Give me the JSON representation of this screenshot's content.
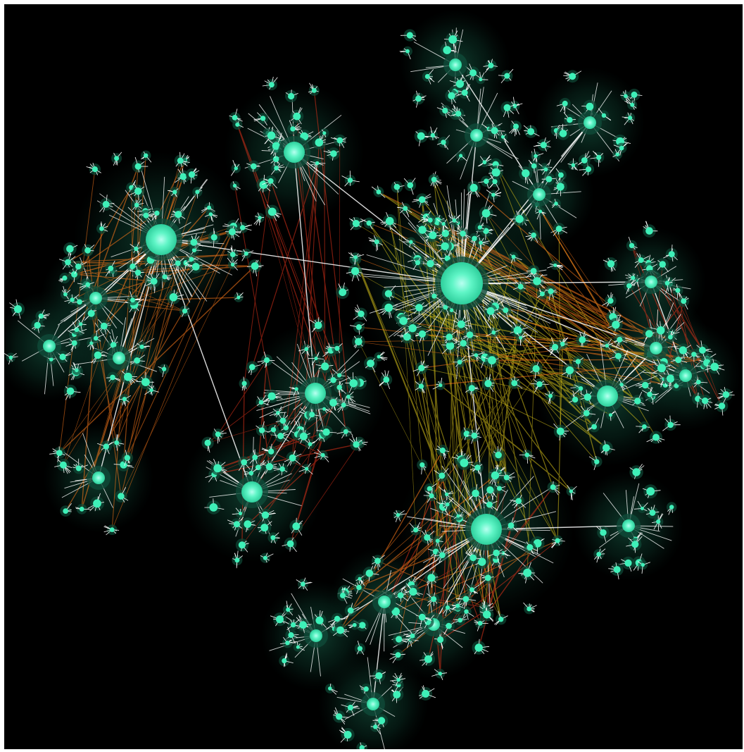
{
  "diagram": {
    "type": "network-graph",
    "background": "#000000",
    "frame_border": "#ffffff",
    "colors": {
      "node": "#3ef0b8",
      "node_core": "#7fffd6",
      "node_glow": "#0f4a38",
      "spoke": "#ffffff",
      "edge_hub": "#ffffff",
      "edge_dense_red": "#e0321a",
      "edge_dense_orange": "#ff7a1a",
      "edge_dense_yellow": "#d8c21a"
    },
    "hubs": [
      {
        "id": "h1",
        "size": "xl",
        "leaves": 90
      },
      {
        "id": "h2",
        "size": "l",
        "leaves": 55
      },
      {
        "id": "h3",
        "size": "l",
        "leaves": 48
      },
      {
        "id": "h4",
        "size": "m",
        "leaves": 40
      },
      {
        "id": "h5",
        "size": "m",
        "leaves": 30
      },
      {
        "id": "h6",
        "size": "m",
        "leaves": 26
      },
      {
        "id": "h7",
        "size": "s",
        "leaves": 18
      },
      {
        "id": "h8",
        "size": "s",
        "leaves": 18
      },
      {
        "id": "h9",
        "size": "s",
        "leaves": 16
      },
      {
        "id": "h10",
        "size": "m",
        "leaves": 24
      },
      {
        "id": "h11",
        "size": "s",
        "leaves": 16
      },
      {
        "id": "h12",
        "size": "s",
        "leaves": 16
      },
      {
        "id": "h13",
        "size": "s",
        "leaves": 14
      },
      {
        "id": "h14",
        "size": "s",
        "leaves": 14
      },
      {
        "id": "h15",
        "size": "s",
        "leaves": 14
      },
      {
        "id": "h16",
        "size": "s",
        "leaves": 14
      },
      {
        "id": "h17",
        "size": "s",
        "leaves": 16
      },
      {
        "id": "h18",
        "size": "s",
        "leaves": 14
      },
      {
        "id": "h19",
        "size": "s",
        "leaves": 14
      },
      {
        "id": "h20",
        "size": "s",
        "leaves": 12
      },
      {
        "id": "h21",
        "size": "s",
        "leaves": 12
      },
      {
        "id": "h22",
        "size": "s",
        "leaves": 12
      },
      {
        "id": "h23",
        "size": "s",
        "leaves": 12
      }
    ],
    "links": [
      [
        "h1",
        "h2"
      ],
      [
        "h1",
        "h3"
      ],
      [
        "h1",
        "h5"
      ],
      [
        "h1",
        "h7"
      ],
      [
        "h1",
        "h8"
      ],
      [
        "h1",
        "h9"
      ],
      [
        "h1",
        "h10"
      ],
      [
        "h1",
        "h11"
      ],
      [
        "h1",
        "h12"
      ],
      [
        "h1",
        "h13"
      ],
      [
        "h4",
        "h5"
      ],
      [
        "h4",
        "h6"
      ],
      [
        "h2",
        "h16"
      ],
      [
        "h2",
        "h17"
      ],
      [
        "h2",
        "h18"
      ],
      [
        "h2",
        "h14"
      ],
      [
        "h3",
        "h15"
      ],
      [
        "h3",
        "h19"
      ],
      [
        "h3",
        "h20"
      ],
      [
        "h3",
        "h6"
      ],
      [
        "h12",
        "h13"
      ],
      [
        "h9",
        "h22"
      ],
      [
        "h3",
        "h21"
      ],
      [
        "h18",
        "h23"
      ],
      [
        "h10",
        "h11"
      ]
    ],
    "dense_bundles": [
      {
        "from": "h1",
        "to": "h2",
        "color": "yellow",
        "count": 60
      },
      {
        "from": "h1",
        "to": "h10",
        "color": "yellow",
        "count": 50
      },
      {
        "from": "h1",
        "to": "h11",
        "color": "orange",
        "count": 40
      },
      {
        "from": "h3",
        "to": "h19",
        "color": "orange",
        "count": 30
      },
      {
        "from": "h4",
        "to": "h6",
        "color": "red",
        "count": 28
      },
      {
        "from": "h3",
        "to": "h20",
        "color": "orange",
        "count": 24
      },
      {
        "from": "h2",
        "to": "h16",
        "color": "red",
        "count": 26
      },
      {
        "from": "h2",
        "to": "h18",
        "color": "orange",
        "count": 22
      },
      {
        "from": "h5",
        "to": "h4",
        "color": "red",
        "count": 18
      },
      {
        "from": "h12",
        "to": "h13",
        "color": "red",
        "count": 16
      }
    ]
  }
}
